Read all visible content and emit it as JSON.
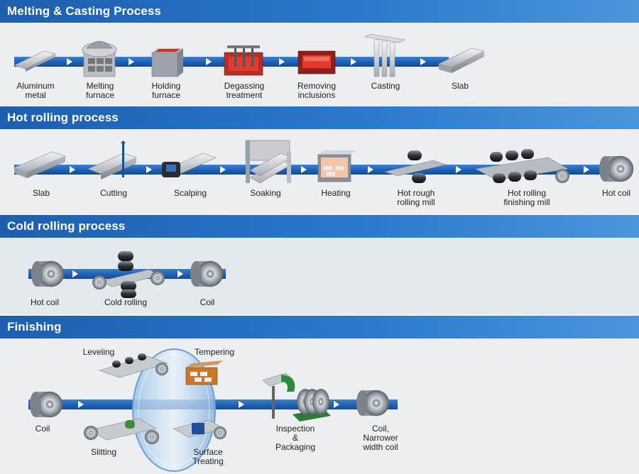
{
  "sections": {
    "melting": {
      "title": "Melting & Casting Process",
      "labels": [
        "Aluminum\nmetal",
        "Melting\nfurnace",
        "Holding\nfurnace",
        "Degassing\ntreatment",
        "Removing\ninclusions",
        "Casting",
        "Slab"
      ]
    },
    "hot": {
      "title": "Hot rolling process",
      "labels": [
        "Slab",
        "Cutting",
        "Scalping",
        "Soaking",
        "Heating",
        "Hot rough\nrolling mill",
        "Hot rolling\nfinishing mill",
        "Hot coil"
      ]
    },
    "cold": {
      "title": "Cold rolling process",
      "labels": [
        "Hot coil",
        "Cold rolling",
        "Coil"
      ]
    },
    "finishing": {
      "title": "Finishing",
      "labels": [
        "Coil",
        "Leveling",
        "Tempering",
        "Slitting",
        "Surface\nTreating",
        "Inspection\n&\nPackaging",
        "Coil,\nNarrower\nwidth coil"
      ]
    }
  },
  "colors": {
    "header": "#2a78cc",
    "conveyor": "#1f62b8",
    "band": "#e8ebef"
  }
}
